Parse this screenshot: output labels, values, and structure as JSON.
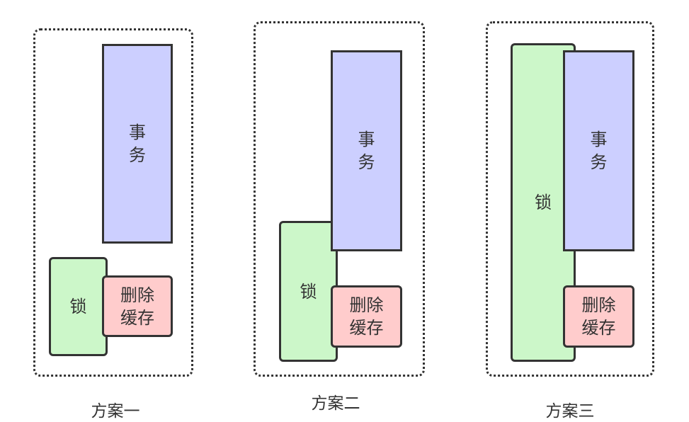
{
  "schemes": [
    {
      "caption": "方案一",
      "transaction_label": "事务",
      "lock_label": "锁",
      "delete_cache_label": "删除缓存"
    },
    {
      "caption": "方案二",
      "transaction_label": "事务",
      "lock_label": "锁",
      "delete_cache_label": "删除缓存"
    },
    {
      "caption": "方案三",
      "transaction_label": "事务",
      "lock_label": "锁",
      "delete_cache_label": "删除缓存"
    }
  ],
  "colors": {
    "transaction": "#cccfff",
    "lock": "#ccf7c9",
    "delete_cache": "#ffcccc",
    "border": "#333333"
  }
}
